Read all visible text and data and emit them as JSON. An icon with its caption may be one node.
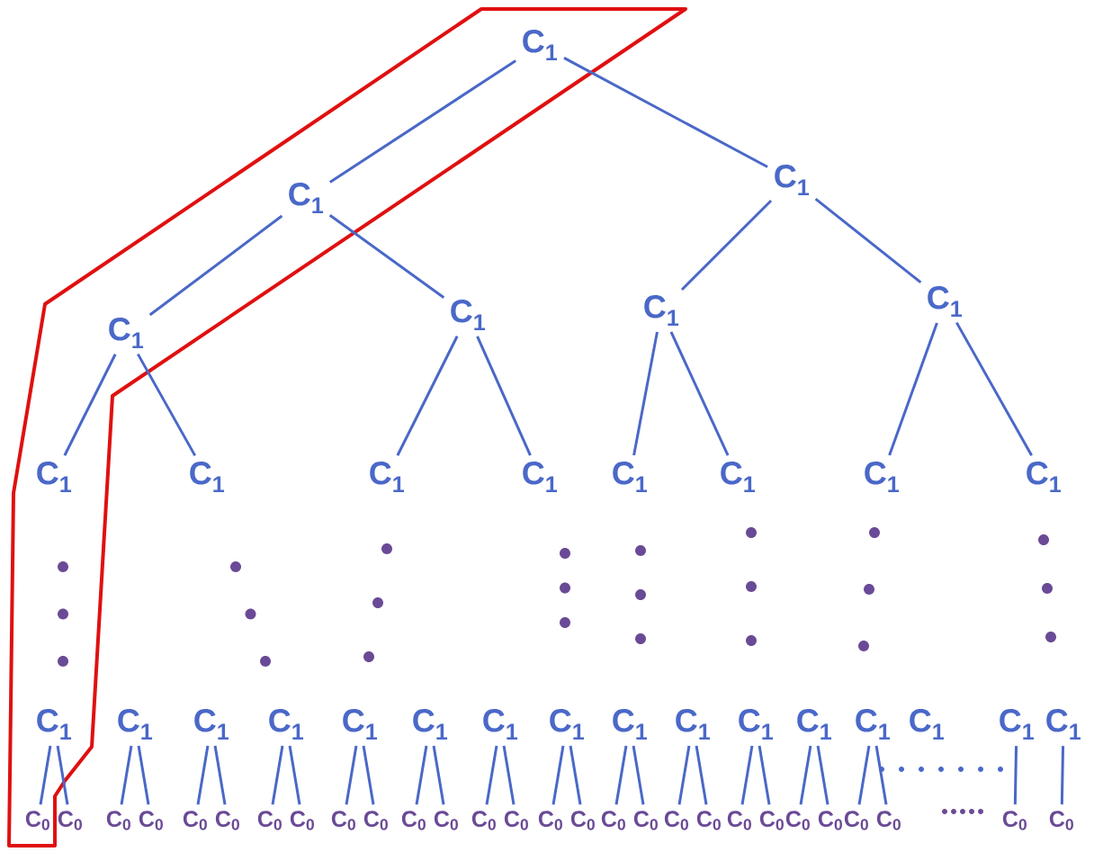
{
  "diagram": {
    "nodes": [
      {
        "text": [
          "C$_{1}$"
        ]
      },
      {
        "text": [
          "C$_{1}$"
        ]
      },
      {
        "text": [
          "C$_{1}$"
        ]
      },
      {
        "text": [
          "C$_{1}$"
        ]
      },
      {
        "text": [
          "C$_{1}$"
        ]
      },
      {
        "text": [
          "C$_{1}$"
        ]
      },
      {
        "text": [
          "C$_{1}$"
        ]
      },
      {
        "text": [
          "C$_{1}$"
        ]
      },
      {
        "text": [
          "C$_{1}$"
        ]
      },
      {
        "text": [
          "C$_{1}$"
        ]
      },
      {
        "text": [
          "C$_{1}$"
        ]
      },
      {
        "text": [
          "C$_{1}$"
        ]
      },
      {
        "text": [
          "C$_{1}$"
        ]
      },
      {
        "text": [
          "C$_{1}$"
        ]
      },
      {
        "text": [
          "C$_{1}$"
        ]
      },
      {
        "text": [
          "C$_{1}$"
        ]
      },
      {
        "text": [
          "C$_{1}$"
        ]
      },
      {
        "text": [
          "C$_{1}$"
        ]
      },
      {
        "text": [
          "C$_{1}$"
        ]
      },
      {
        "text": [
          "C$_{1}$"
        ]
      },
      {
        "text": [
          "C$_{1}$"
        ]
      },
      {
        "text": [
          "C$_{1}$"
        ]
      },
      {
        "text": [
          "C$_{1}$"
        ]
      },
      {
        "text": [
          "C$_{1}$"
        ]
      },
      {
        "text": [
          "C$_{1}$"
        ]
      },
      {
        "text": [
          "C$_{1}$"
        ]
      },
      {
        "text": [
          "C$_{1}$"
        ]
      },
      {
        "text": [
          "C$_{1}$"
        ]
      },
      {
        "text": [
          "C$_{1}$"
        ]
      },
      {
        "text": [
          "C$_{1}$"
        ]
      },
      {
        "text": [
          "C$_{1}$"
        ]
      },
      {
        "text": [
          "C$_{0}$"
        ]
      },
      {
        "text": [
          "C$_{0}$"
        ]
      },
      {
        "text": [
          "C$_{0}$"
        ]
      },
      {
        "text": [
          "C$_{0}$"
        ]
      },
      {
        "text": [
          "C$_{0}$"
        ]
      },
      {
        "text": [
          "C$_{0}$"
        ]
      },
      {
        "text": [
          "C$_{0}$"
        ]
      },
      {
        "text": [
          "C$_{0}$"
        ]
      },
      {
        "text": [
          "C$_{0}$"
        ]
      },
      {
        "text": [
          "C$_{0}$"
        ]
      },
      {
        "text": [
          "C$_{0}$"
        ]
      },
      {
        "text": [
          "C$_{0}$"
        ]
      },
      {
        "text": [
          "C$_{0}$"
        ]
      },
      {
        "text": [
          "C$_{0}$"
        ]
      },
      {
        "text": [
          "C$_{0}$"
        ]
      },
      {
        "text": [
          "C$_{0}$"
        ]
      },
      {
        "text": [
          "C$_{0}$"
        ]
      },
      {
        "text": [
          "C$_{0}$"
        ]
      },
      {
        "text": [
          "C$_{0}$"
        ]
      },
      {
        "text": [
          "C$_{0}$"
        ]
      },
      {
        "text": [
          "C$_{0}$"
        ]
      },
      {
        "text": [
          "C$_{0}$"
        ]
      },
      {
        "text": [
          "C$_{0}$"
        ]
      },
      {
        "text": [
          "C$_{0}$"
        ]
      },
      {
        "text": [
          "C$_{0}$"
        ]
      },
      {
        "text": [
          "C$_{0}$"
        ]
      },
      {
        "text": [
          "C$_{0}$"
        ]
      },
      {
        "text": [
          "C$_{0}$"
        ]
      }
    ],
    "edges": [
      {
        "from": 0,
        "to": 1,
        "arrow": "none"
      },
      {
        "from": 0,
        "to": 2,
        "arrow": "none"
      },
      {
        "from": 1,
        "to": 3,
        "arrow": "none"
      },
      {
        "from": 1,
        "to": 4,
        "arrow": "none"
      },
      {
        "from": 2,
        "to": 5,
        "arrow": "none"
      },
      {
        "from": 2,
        "to": 6,
        "arrow": "none"
      },
      {
        "from": 3,
        "to": 7,
        "arrow": "none"
      },
      {
        "from": 3,
        "to": 8,
        "arrow": "none"
      },
      {
        "from": 4,
        "to": 9,
        "arrow": "none"
      },
      {
        "from": 4,
        "to": 10,
        "arrow": "none"
      },
      {
        "from": 5,
        "to": 11,
        "arrow": "none"
      },
      {
        "from": 5,
        "to": 12,
        "arrow": "none"
      },
      {
        "from": 6,
        "to": 13,
        "arrow": "none"
      },
      {
        "from": 6,
        "to": 14,
        "arrow": "none"
      },
      {
        "from": 15,
        "to": 31,
        "arrow": "none"
      },
      {
        "from": 15,
        "to": 32,
        "arrow": "none"
      },
      {
        "from": 16,
        "to": 33,
        "arrow": "none"
      },
      {
        "from": 16,
        "to": 34,
        "arrow": "none"
      },
      {
        "from": 17,
        "to": 35,
        "arrow": "none"
      },
      {
        "from": 17,
        "to": 36,
        "arrow": "none"
      },
      {
        "from": 18,
        "to": 37,
        "arrow": "none"
      },
      {
        "from": 18,
        "to": 38,
        "arrow": "none"
      },
      {
        "from": 19,
        "to": 39,
        "arrow": "none"
      },
      {
        "from": 19,
        "to": 40,
        "arrow": "none"
      },
      {
        "from": 20,
        "to": 41,
        "arrow": "none"
      },
      {
        "from": 20,
        "to": 42,
        "arrow": "none"
      },
      {
        "from": 21,
        "to": 43,
        "arrow": "none"
      },
      {
        "from": 21,
        "to": 44,
        "arrow": "none"
      },
      {
        "from": 22,
        "to": 45,
        "arrow": "none"
      },
      {
        "from": 22,
        "to": 46,
        "arrow": "none"
      },
      {
        "from": 23,
        "to": 47,
        "arrow": "none"
      },
      {
        "from": 23,
        "to": 48,
        "arrow": "none"
      },
      {
        "from": 24,
        "to": 49,
        "arrow": "none"
      },
      {
        "from": 24,
        "to": 50,
        "arrow": "none"
      },
      {
        "from": 25,
        "to": 51,
        "arrow": "none"
      },
      {
        "from": 25,
        "to": 52,
        "arrow": "none"
      },
      {
        "from": 26,
        "to": 53,
        "arrow": "none"
      },
      {
        "from": 26,
        "to": 54,
        "arrow": "none"
      },
      {
        "from": 27,
        "to": 55,
        "arrow": "none"
      },
      {
        "from": 27,
        "to": 56,
        "arrow": "none"
      },
      {
        "from": 29,
        "to": 57,
        "arrow": "none"
      },
      {
        "from": 30,
        "to": 58,
        "arrow": "none"
      }
    ]
  }
}
